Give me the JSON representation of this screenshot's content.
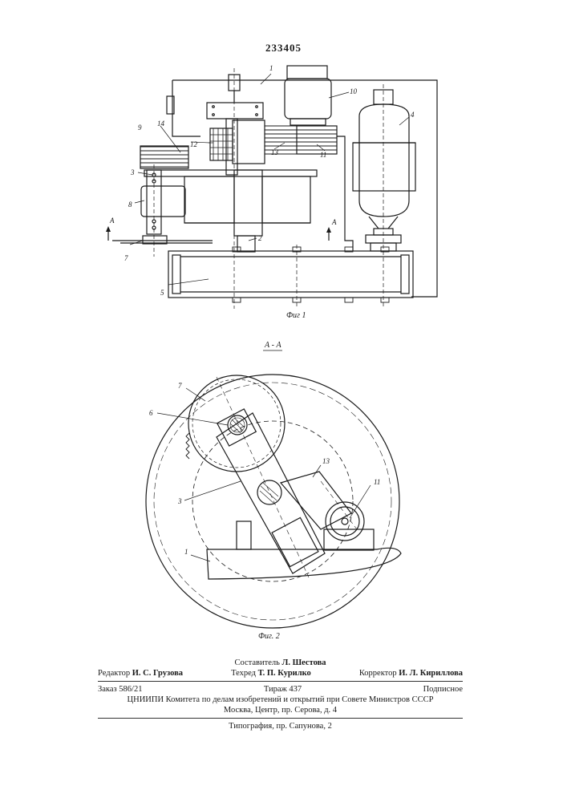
{
  "patent_number": "233405",
  "fig1": {
    "caption": "Фиг 1",
    "section_marks": [
      "A",
      "A"
    ],
    "part_numbers": [
      "1",
      "2",
      "3",
      "4",
      "5",
      "7",
      "8",
      "9",
      "10",
      "11",
      "12",
      "13",
      "14"
    ]
  },
  "fig2": {
    "section_title": "А - А",
    "caption": "Фиг. 2",
    "part_numbers": [
      "1",
      "3",
      "6",
      "7",
      "11",
      "13"
    ]
  },
  "imprint": {
    "compiler_label": "Составитель",
    "compiler_name": "Л. Шестова",
    "editor_label": "Редактор",
    "editor_name": "И. С. Грузова",
    "techred_label": "Техред",
    "techred_name": "Т. П. Курилко",
    "corrector_label": "Корректор",
    "corrector_name": "И. Л. Кириллова",
    "order": "Заказ 586/21",
    "print_run": "Тираж 437",
    "subscription": "Подписное",
    "org_line": "ЦНИИПИ Комитета по делам изобретений и открытий при Совете Министров СССР",
    "address": "Москва, Центр, пр. Серова, д. 4",
    "printer": "Типография, пр. Сапунова, 2"
  }
}
